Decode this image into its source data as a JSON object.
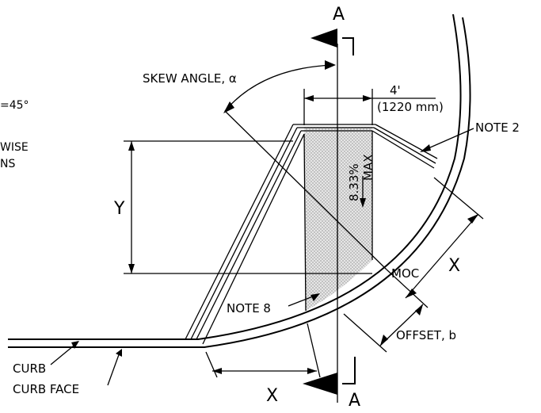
{
  "labels": {
    "section_top": "A",
    "section_bottom": "A",
    "skew_angle": "SKEW ANGLE, α",
    "width_ft": "4'",
    "width_mm": "(1220 mm)",
    "note_2": "NOTE 2",
    "slope": "8.33%",
    "slope_max": "MAX",
    "dim_y": "Y",
    "moc": "MOC",
    "dim_x_right": "X",
    "note_8": "NOTE 8",
    "offset": "OFFSET, b",
    "curb": "CURB",
    "curb_face": "CURB FACE",
    "dim_x_bottom": "X",
    "cut_angle": "=45°",
    "cut_wise": "WISE",
    "cut_ns": "NS"
  },
  "colors": {
    "ink": "#000000",
    "ramp_fill": "#cfcfcf",
    "background": "#ffffff"
  }
}
